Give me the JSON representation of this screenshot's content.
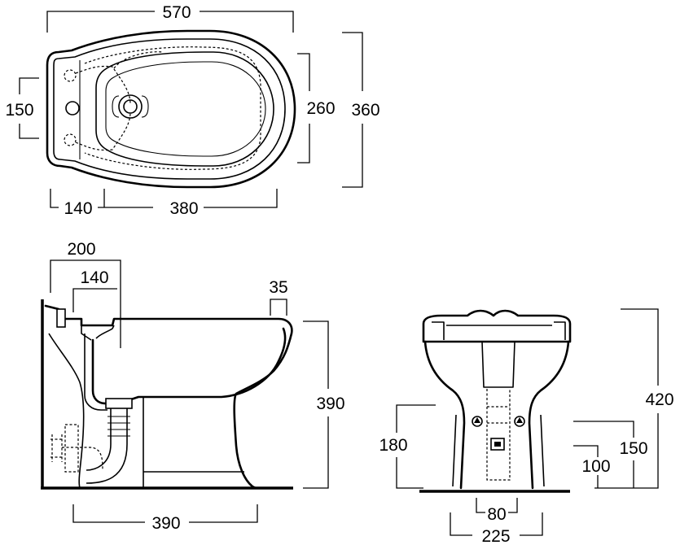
{
  "top_view": {
    "overall_length": "570",
    "overall_width": "360",
    "bowl_width": "260",
    "tap_zone": "150",
    "rear_offset": "140",
    "bowl_length": "380"
  },
  "side_view": {
    "wall_to_tap_axis": "200",
    "wall_to_drain_axis": "140",
    "rim_thickness": "35",
    "height": "390",
    "foot_depth": "390"
  },
  "front_view": {
    "height": "420",
    "trap_height": "180",
    "inlet_height": "150",
    "fixing_height": "100",
    "drain_width": "80",
    "foot_width": "225"
  }
}
